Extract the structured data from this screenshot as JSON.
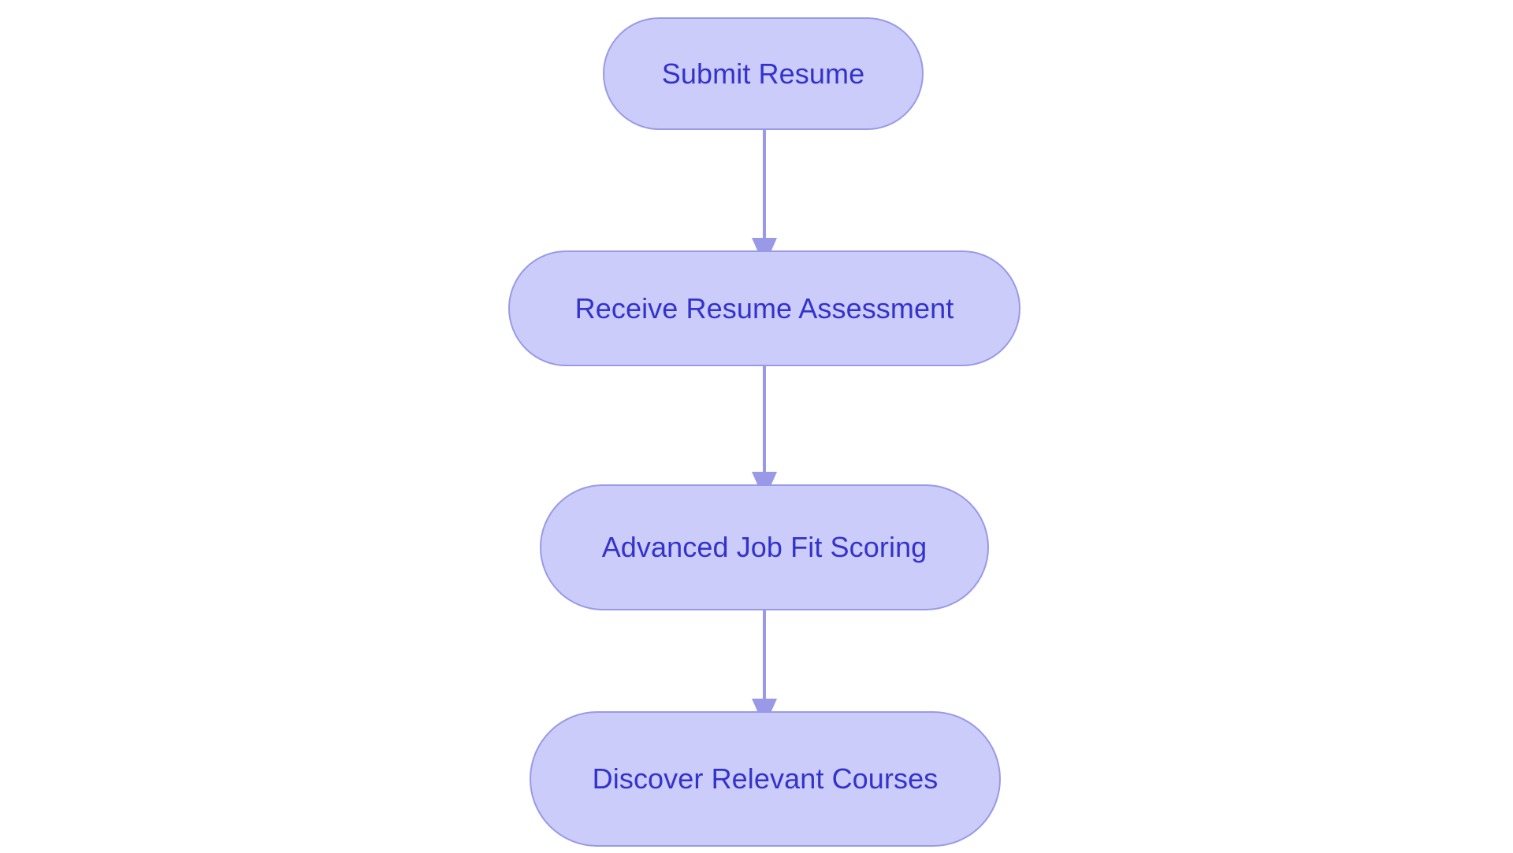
{
  "diagram": {
    "type": "flowchart",
    "orientation": "top-to-bottom",
    "background_color": "#ffffff",
    "node_fill_color": "#ccccfb",
    "node_border_color": "#9999e8",
    "node_text_color": "#3333cc",
    "edge_color": "#9999e8",
    "nodes": [
      {
        "id": "submit-resume",
        "label": "Submit Resume"
      },
      {
        "id": "receive-resume-assessment",
        "label": "Receive Resume Assessment"
      },
      {
        "id": "advanced-job-fit-scoring",
        "label": "Advanced Job Fit Scoring"
      },
      {
        "id": "discover-relevant-courses",
        "label": "Discover Relevant Courses"
      }
    ],
    "edges": [
      {
        "id": "edge-1",
        "from": "submit-resume",
        "to": "receive-resume-assessment",
        "label": ""
      },
      {
        "id": "edge-2",
        "from": "receive-resume-assessment",
        "to": "advanced-job-fit-scoring",
        "label": ""
      },
      {
        "id": "edge-3",
        "from": "advanced-job-fit-scoring",
        "to": "discover-relevant-courses",
        "label": ""
      }
    ]
  }
}
